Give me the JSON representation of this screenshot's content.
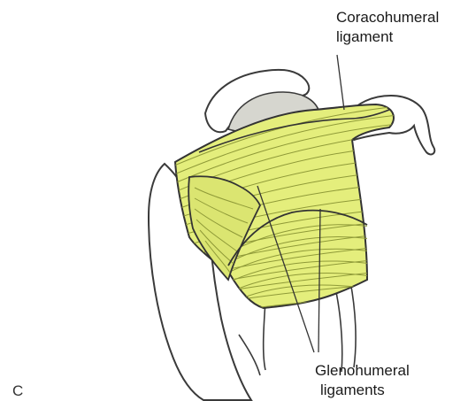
{
  "labels": {
    "coracohumeral_line1": "Coracohumeral",
    "coracohumeral_line2": "ligament",
    "glenohumeral_line1": "Glenohumeral",
    "glenohumeral_line2": "ligaments",
    "panel": "C"
  },
  "colors": {
    "ligament_fill": "#e4ee7c",
    "ligament_stroke": "#333333",
    "fiber": "#8f9a38",
    "bone_fill": "#ffffff",
    "bone_outline": "#3a3a3a",
    "humeral_head": "#d6d6cf",
    "leader_line": "#333333"
  }
}
